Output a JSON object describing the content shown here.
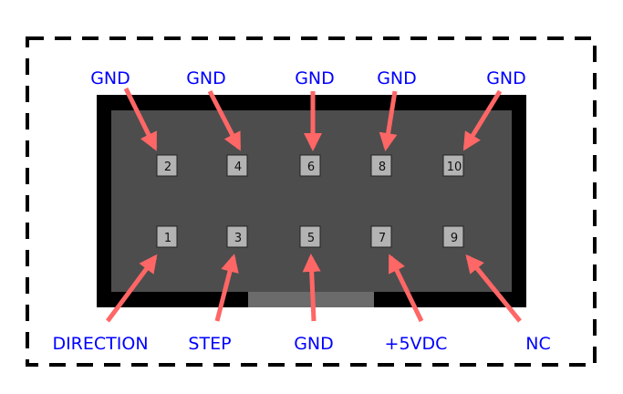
{
  "title": "10-pin header pinout",
  "colors": {
    "label": "#0000ff",
    "arrow": "#ff6666",
    "shroud": "#000000",
    "body": "#4d4d4d",
    "key": "#6b6b6b",
    "pin": "#b3b3b3"
  },
  "top_row": [
    {
      "pin": "2",
      "label": "GND"
    },
    {
      "pin": "4",
      "label": "GND"
    },
    {
      "pin": "6",
      "label": "GND"
    },
    {
      "pin": "8",
      "label": "GND"
    },
    {
      "pin": "10",
      "label": "GND"
    }
  ],
  "bottom_row": [
    {
      "pin": "1",
      "label": "DIRECTION"
    },
    {
      "pin": "3",
      "label": "STEP"
    },
    {
      "pin": "5",
      "label": "GND"
    },
    {
      "pin": "7",
      "label": "+5VDC"
    },
    {
      "pin": "9",
      "label": "NC"
    }
  ]
}
